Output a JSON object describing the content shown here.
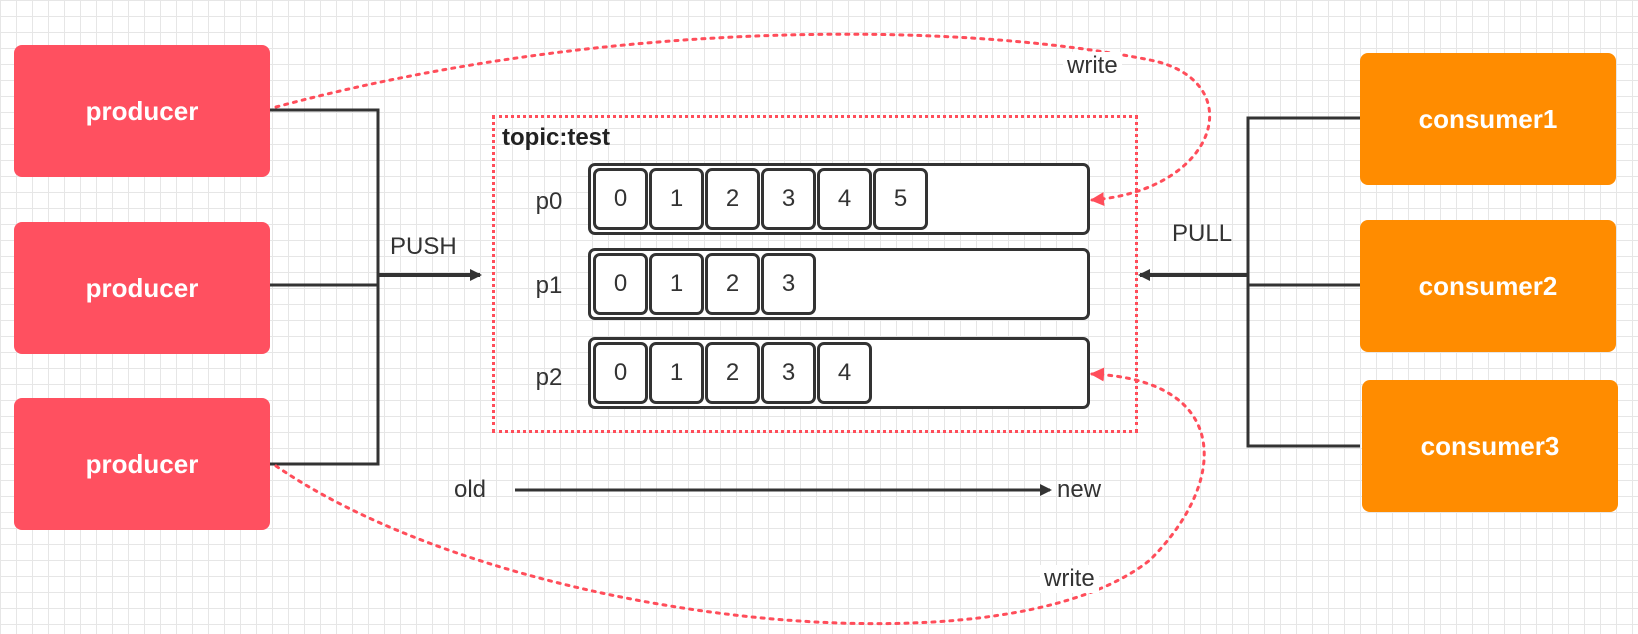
{
  "producers": [
    "producer",
    "producer",
    "producer"
  ],
  "consumers": [
    "consumer1",
    "consumer2",
    "consumer3"
  ],
  "topic": {
    "title": "topic:test",
    "partitions": [
      {
        "name": "p0",
        "offsets": [
          "0",
          "1",
          "2",
          "3",
          "4",
          "5"
        ]
      },
      {
        "name": "p1",
        "offsets": [
          "0",
          "1",
          "2",
          "3"
        ]
      },
      {
        "name": "p2",
        "offsets": [
          "0",
          "1",
          "2",
          "3",
          "4"
        ]
      }
    ]
  },
  "labels": {
    "push": "PUSH",
    "pull": "PULL",
    "write_top": "write",
    "write_bottom": "write",
    "old": "old",
    "new": "new"
  },
  "colors": {
    "producer": "#ff5060",
    "consumer": "#ff8c00",
    "dotted": "#ff4d5a",
    "line": "#333333"
  }
}
